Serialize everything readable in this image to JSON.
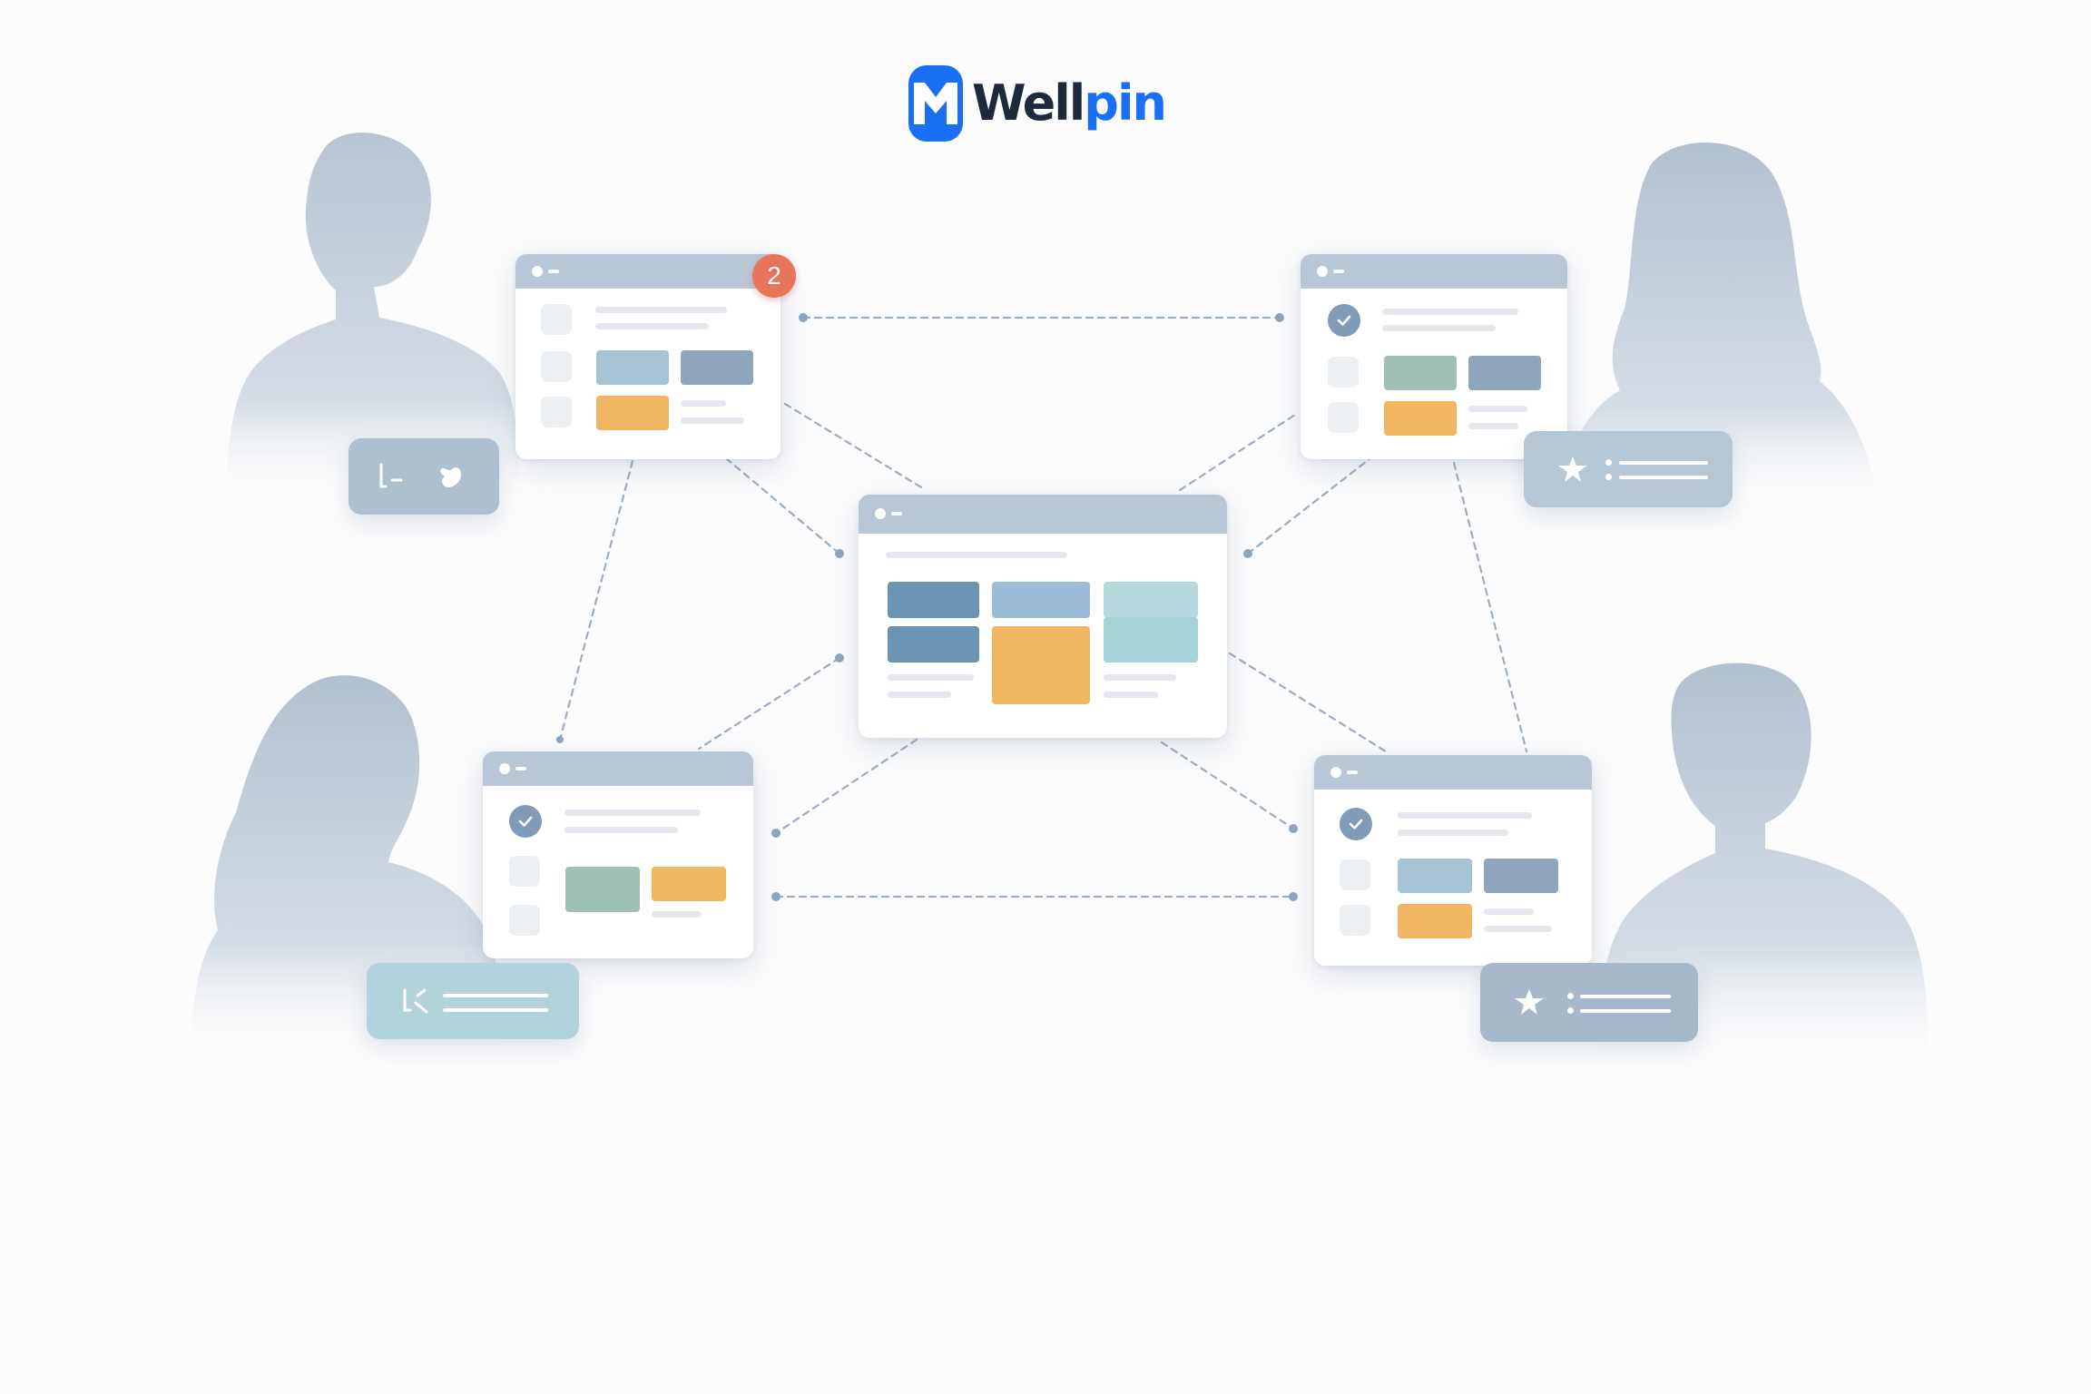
{
  "brand": {
    "name_part1": "Well",
    "name_part2": "pin",
    "primary_color": "#1a6ff5",
    "dark_color": "#1e2a3c"
  },
  "logo_icon": "wellpin-h-logo-icon",
  "notification": {
    "count": "2",
    "color": "#e8745a"
  },
  "palette": {
    "titlebar": "#b8c6d6",
    "accent_orange": "#f2b563",
    "steel_blue": "#5e86a8",
    "sky_blue": "#9dbcd8",
    "teal": "#a7d3d8",
    "sage": "#9fc1b4",
    "check": "#7f9bb7"
  },
  "people": [
    {
      "id": "man-top-left",
      "description_icon": "person-silhouette-icon"
    },
    {
      "id": "woman-top-right",
      "description_icon": "person-silhouette-icon"
    },
    {
      "id": "woman-bottom-left",
      "description_icon": "person-silhouette-icon"
    },
    {
      "id": "man-bottom-right",
      "description_icon": "person-silhouette-icon"
    }
  ],
  "chip_icons": [
    "bolt-icon",
    "sparkle-icon",
    "star-icon",
    "star-icon"
  ]
}
